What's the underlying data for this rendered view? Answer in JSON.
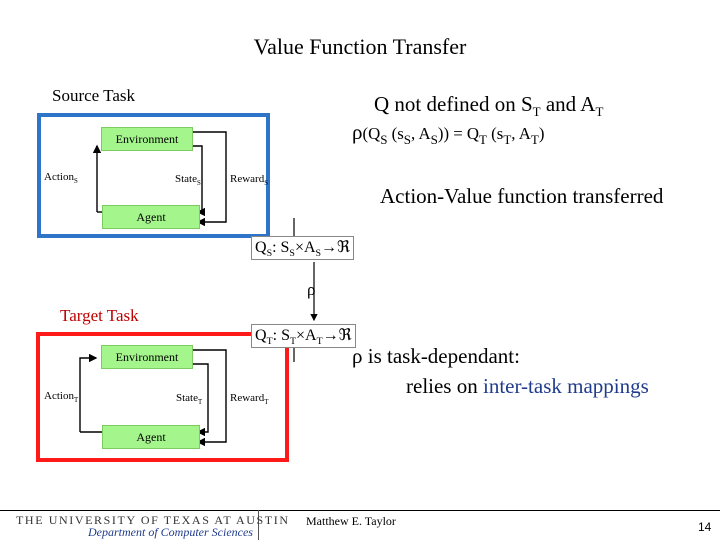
{
  "slide": {
    "title": "Value Function Transfer",
    "source_task_label": "Source Task",
    "target_task_label": "Target Task"
  },
  "source_diagram": {
    "environment": "Environment",
    "agent": "Agent",
    "action": "Action",
    "action_sub": "S",
    "state": "State",
    "state_sub": "S",
    "reward": "Reward",
    "reward_sub": "S"
  },
  "target_diagram": {
    "environment": "Environment",
    "agent": "Agent",
    "action": "Action",
    "action_sub": "T",
    "state": "State",
    "state_sub": "T",
    "reward": "Reward",
    "reward_sub": "T"
  },
  "text": {
    "q_not_defined": {
      "a": "Q not defined on S",
      "s1": "T",
      "b": " and A",
      "s2": "T"
    },
    "rho_eq": {
      "rho": "ρ",
      "open": "(Q",
      "s_qs": "S",
      "p1": " (s",
      "s_ss": "S",
      "p2": ", A",
      "s_as": "S",
      "p3": ")) = Q",
      "s_qt": "T",
      "p4": " (s",
      "s_st": "T",
      "p5": ", A",
      "s_at": "T",
      "p6": ")"
    },
    "avf": "Action-Value function transferred",
    "qs_map": {
      "q": "Q",
      "s1": "S",
      "p1": ": S",
      "s2": "S",
      "p2": "×A",
      "s3": "S",
      "p3": "→ℜ"
    },
    "rho_mid": "ρ",
    "qt_map": {
      "q": "Q",
      "s1": "T",
      "p1": ": S",
      "s2": "T",
      "p2": "×A",
      "s3": "T",
      "p3": "→ℜ"
    },
    "rho_task": "ρ is task-dependant:",
    "relies": "relies on ",
    "mappings": "inter-task mappings"
  },
  "footer": {
    "university": "THE UNIVERSITY OF TEXAS AT AUSTIN",
    "department": "Department of Computer Sciences",
    "author": "Matthew E. Taylor",
    "page": "14"
  },
  "colors": {
    "source_frame": "#2e74c8",
    "target_frame": "#ff1a1a",
    "pill": "#a4f58c",
    "mapping_text": "#1f3b8c"
  }
}
